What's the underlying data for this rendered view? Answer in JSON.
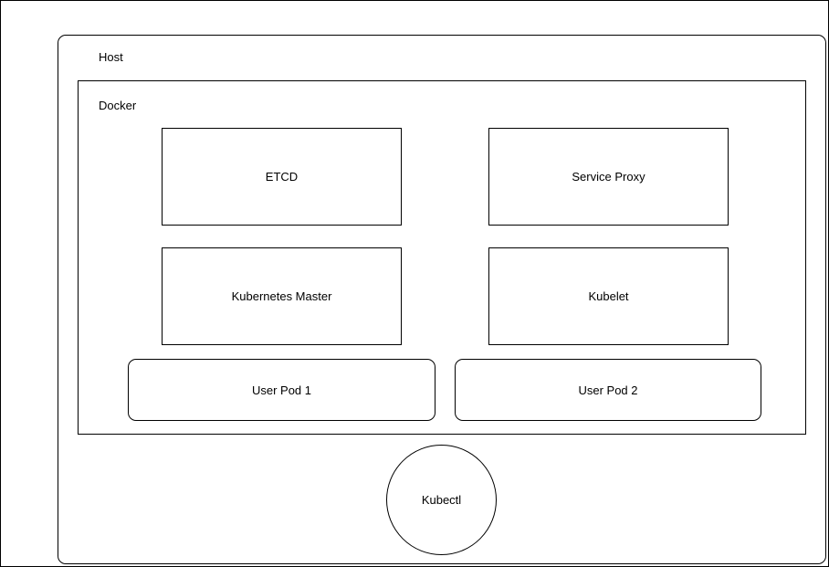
{
  "diagram": {
    "host": {
      "label": "Host"
    },
    "docker": {
      "label": "Docker"
    },
    "components": {
      "etcd": "ETCD",
      "service_proxy": "Service Proxy",
      "kubernetes_master": "Kubernetes Master",
      "kubelet": "Kubelet",
      "user_pod_1": "User Pod 1",
      "user_pod_2": "User Pod 2",
      "kubectl": "Kubectl"
    }
  }
}
